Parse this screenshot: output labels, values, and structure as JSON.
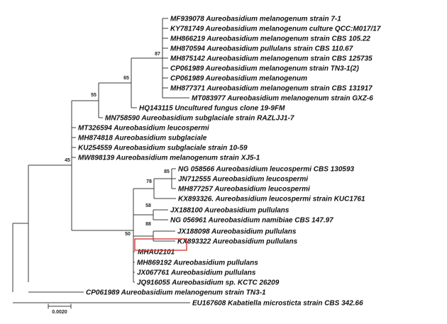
{
  "tree": {
    "highlight_color": "#d0302a",
    "line_color": "#3a3a3a",
    "leaves": [
      {
        "id": "l1",
        "label": "MF939078 Aureobasidium melanogenum strain 7-1"
      },
      {
        "id": "l2",
        "label": "KY781749 Aureobasidium melanogenum culture QCC:M017/17"
      },
      {
        "id": "l3",
        "label": "MH866219 Aureobasidium melanogenum strain CBS 105.22"
      },
      {
        "id": "l4",
        "label": "MH870594 Aureobasidium pullulans strain CBS 110.67"
      },
      {
        "id": "l5",
        "label": "MH875142 Aureobasidium melanogenum strain CBS 125735"
      },
      {
        "id": "l6",
        "label": "CP061989 Aureobasidium melanogenum strain TN3-1(2)"
      },
      {
        "id": "l7",
        "label": "CP061989 Aureobasidium melanogenum"
      },
      {
        "id": "l8",
        "label": "MH877371 Aureobasidium melanogenum strain CBS 131917"
      },
      {
        "id": "l9",
        "label": "MT083977 Aureobasidium melanogenum strain GXZ-6"
      },
      {
        "id": "l10",
        "label": "HQ143115 Uncultured fungus clone 19-9FM"
      },
      {
        "id": "l11",
        "label": "MN758590 Aureobasidium subglaciale strain RAZLJJ1-7"
      },
      {
        "id": "l12",
        "label": "MT326594 Aureobasidium leucospermi"
      },
      {
        "id": "l13",
        "label": "MH874818 Aureobasidium subglaciale"
      },
      {
        "id": "l14",
        "label": "KU254559 Aureobasidium subglaciale strain 10-59"
      },
      {
        "id": "l15",
        "label": "MW898139 Aureobasidium melanogenum strain XJ5-1"
      },
      {
        "id": "l16",
        "label": "NG 058566 Aureobasidium leucospermi CBS 130593"
      },
      {
        "id": "l17",
        "label": "JN712555 Aureobasidium leucospermi"
      },
      {
        "id": "l18",
        "label": "MH877257 Aureobasidium leucospermi"
      },
      {
        "id": "l19",
        "label": "KX893326. Aureobasidium leucospermi strain KUC1761"
      },
      {
        "id": "l20",
        "label": "JX188100 Aureobasidium pullulans"
      },
      {
        "id": "l21",
        "label": "NG 056961 Aureobasidium namibiae CBS 147.97"
      },
      {
        "id": "l22",
        "label": "JX188098 Aureobasidium pullulans"
      },
      {
        "id": "l23",
        "label": "KX893322 Aureobasidium pullulans"
      },
      {
        "id": "l24",
        "label": "MHAU2101",
        "highlighted": true
      },
      {
        "id": "l25",
        "label": "MH869192 Aureobasidium pullulans"
      },
      {
        "id": "l26",
        "label": "JX067761 Aureobasidium pullulans"
      },
      {
        "id": "l27",
        "label": "JQ916055 Aureobasidium sp. KCTC 26209"
      },
      {
        "id": "l28",
        "label": "CP061989 Aureobasidium melanogenum strain TN3-1"
      },
      {
        "id": "l29",
        "label": "EU167608 Kabatiella microsticta strain CBS 342.66"
      }
    ],
    "bootstrap_values": [
      "87",
      "65",
      "55",
      "45",
      "85",
      "78",
      "58",
      "88",
      "50"
    ],
    "scale_bar": {
      "label": "0.0020"
    }
  }
}
